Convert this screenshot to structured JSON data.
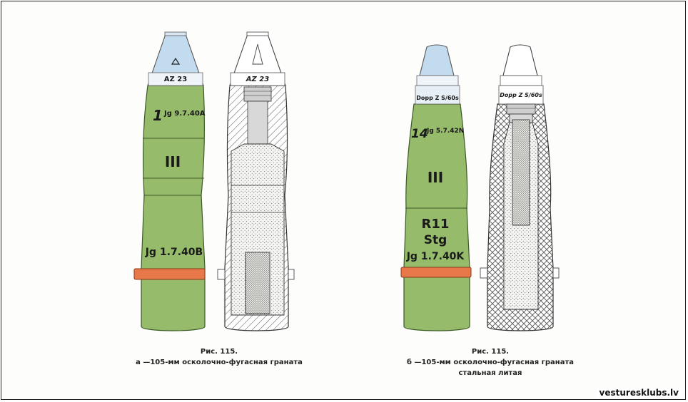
{
  "figure_a": {
    "fuze_label": "AZ 23",
    "fuze_label_section": "AZ 23",
    "marking_number": "1",
    "marking_date": "Jg 9.7.40A",
    "roman_marking": "III",
    "base_marking": "Jg 1.7.40B",
    "caption_fig": "Рис. 115.",
    "caption_text": "а —105-мм осколочно-фугасная граната"
  },
  "figure_b": {
    "fuze_label": "Dopp Z S/60s",
    "fuze_label_section": "Dopp Z S/60s",
    "marking_number": "14",
    "marking_date": "Jg 5.7.42N",
    "roman_marking": "III",
    "body_line1": "R11",
    "body_line2": "Stg",
    "base_marking": "Jg 1.7.40K",
    "caption_fig": "Рис. 115.",
    "caption_text": "б —105-мм осколочно-фугасная граната",
    "caption_text2": "стальная литая"
  },
  "watermark": "vesturesklubs.lv",
  "colors": {
    "shell_green": "#96bb6a",
    "fuze_blue": "#c3dbee",
    "driving_band": "#e8784a"
  }
}
